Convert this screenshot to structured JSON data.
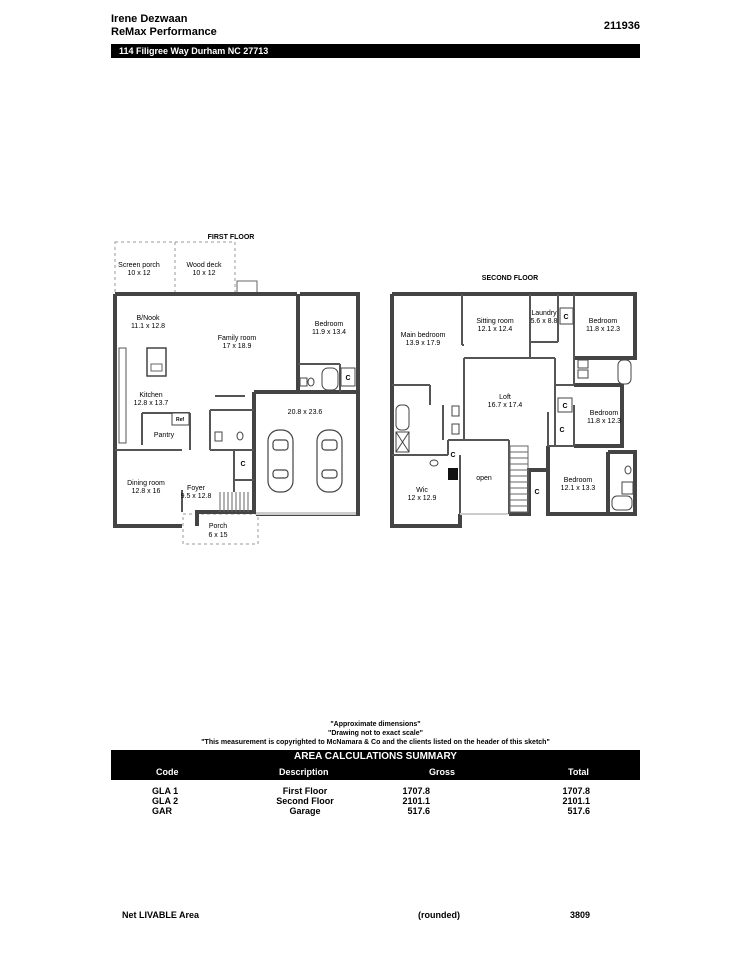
{
  "header": {
    "agent_name": "Irene Dezwaan",
    "company": "ReMax Performance",
    "report_id": "211936",
    "address": "114 Filigree Way Durham NC 27713"
  },
  "first_floor": {
    "title": "FIRST FLOOR",
    "rooms": [
      {
        "name": "Screen porch",
        "dims": "10 x 12"
      },
      {
        "name": "Wood deck",
        "dims": "10 x 12"
      },
      {
        "name": "B/Nook",
        "dims": "11.1 x 12.8"
      },
      {
        "name": "Family room",
        "dims": "17 x 18.9"
      },
      {
        "name": "Bedroom",
        "dims": "11.9 x 13.4"
      },
      {
        "name": "Kitchen",
        "dims": "12.8 x 13.7"
      },
      {
        "name": "Pantry",
        "dims": ""
      },
      {
        "name": "Dining room",
        "dims": "12.8 x 16"
      },
      {
        "name": "Foyer",
        "dims": "9.5 x 12.8"
      },
      {
        "name": "Porch",
        "dims": "6 x 15"
      },
      {
        "name": "",
        "dims": "20.8 x 23.6"
      }
    ],
    "labels": {
      "ref": "Ref",
      "closet": "C"
    }
  },
  "second_floor": {
    "title": "SECOND FLOOR",
    "rooms": [
      {
        "name": "Main bedroom",
        "dims": "13.9 x 17.9"
      },
      {
        "name": "Sitting room",
        "dims": "12.1 x 12.4"
      },
      {
        "name": "Laundry",
        "dims": "5.6 x 8.8"
      },
      {
        "name": "Bedroom",
        "dims": "11.8 x 12.3"
      },
      {
        "name": "Loft",
        "dims": "16.7 x 17.4"
      },
      {
        "name": "Bedroom",
        "dims": "11.8 x 12.3"
      },
      {
        "name": "Wic",
        "dims": "12 x 12.9"
      },
      {
        "name": "open",
        "dims": ""
      },
      {
        "name": "Bedroom",
        "dims": "12.1 x 13.3"
      }
    ],
    "labels": {
      "closet": "C"
    }
  },
  "notes": [
    "\"Approximate dimensions\"",
    "\"Drawing not to exact scale\"",
    "\"This measurement is copyrighted to McNamara & Co and the clients listed on the header of this sketch\""
  ],
  "summary": {
    "title": "AREA CALCULATIONS SUMMARY",
    "columns": [
      "Code",
      "Description",
      "Gross",
      "Total"
    ],
    "rows": [
      {
        "code": "GLA 1",
        "description": "First Floor",
        "gross": "1707.8",
        "total": "1707.8"
      },
      {
        "code": "GLA 2",
        "description": "Second Floor",
        "gross": "2101.1",
        "total": "2101.1"
      },
      {
        "code": "GAR",
        "description": "Garage",
        "gross": "517.6",
        "total": "517.6"
      }
    ]
  },
  "footer": {
    "net_label": "Net LIVABLE Area",
    "rounded": "(rounded)",
    "net_value": "3809"
  }
}
